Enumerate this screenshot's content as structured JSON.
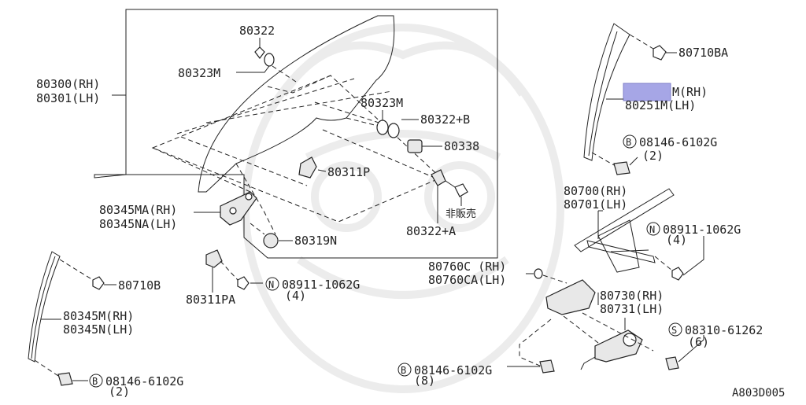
{
  "diagram": {
    "door_glass_rh": "80300(RH)",
    "door_glass_lh": "80301(LH)",
    "bolt_80322": "80322",
    "washer_80323m": "80323M",
    "washer_80323m_b": "80323M",
    "bolt_80322b": "80322+B",
    "bushing_80338": "80338",
    "holder_80311p": "80311P",
    "holder_rh": "80345MA(RH)",
    "holder_lh": "80345NA(LH)",
    "stopper_80319n": "80319N",
    "bolt_80322a": "80322+A",
    "not_sold": "非販売",
    "guide_nut_top": "80710BA",
    "sash_rh_partial": "M(RH)",
    "sash_lh": "80251M(LH)",
    "bolt_top_b": "B",
    "bolt_top_code": "08146-6102G",
    "bolt_top_qty": "(2)",
    "regulator_rh": "80700(RH)",
    "regulator_lh": "80701(LH)",
    "nut_right_n": "N",
    "nut_right_code": "08911-1062G",
    "nut_right_qty": "(4)",
    "bracket_rh": "80760C (RH)",
    "bracket_lh": "80760CA(LH)",
    "motor_rh": "80730(RH)",
    "motor_lh": "80731(LH)",
    "screw_s": "S",
    "screw_code": "08310-61262",
    "screw_qty": "(6)",
    "bolt_bottom_b": "B",
    "bolt_bottom_code": "08146-6102G",
    "bolt_bottom_qty": "(8)",
    "guide_nut_left": "80710B",
    "holder_80311pa": "80311PA",
    "nut_center_n": "N",
    "nut_center_code": "08911-1062G",
    "nut_center_qty": "(4)",
    "rear_sash_rh": "80345M(RH)",
    "rear_sash_lh": "80345N(LH)",
    "bolt_left_b": "B",
    "bolt_left_code": "08146-6102G",
    "bolt_left_qty": "(2)",
    "figure_id": "A803D005"
  },
  "colors": {
    "line": "#222222",
    "watermark": "#ececec",
    "highlight": "#a6a6e6"
  }
}
